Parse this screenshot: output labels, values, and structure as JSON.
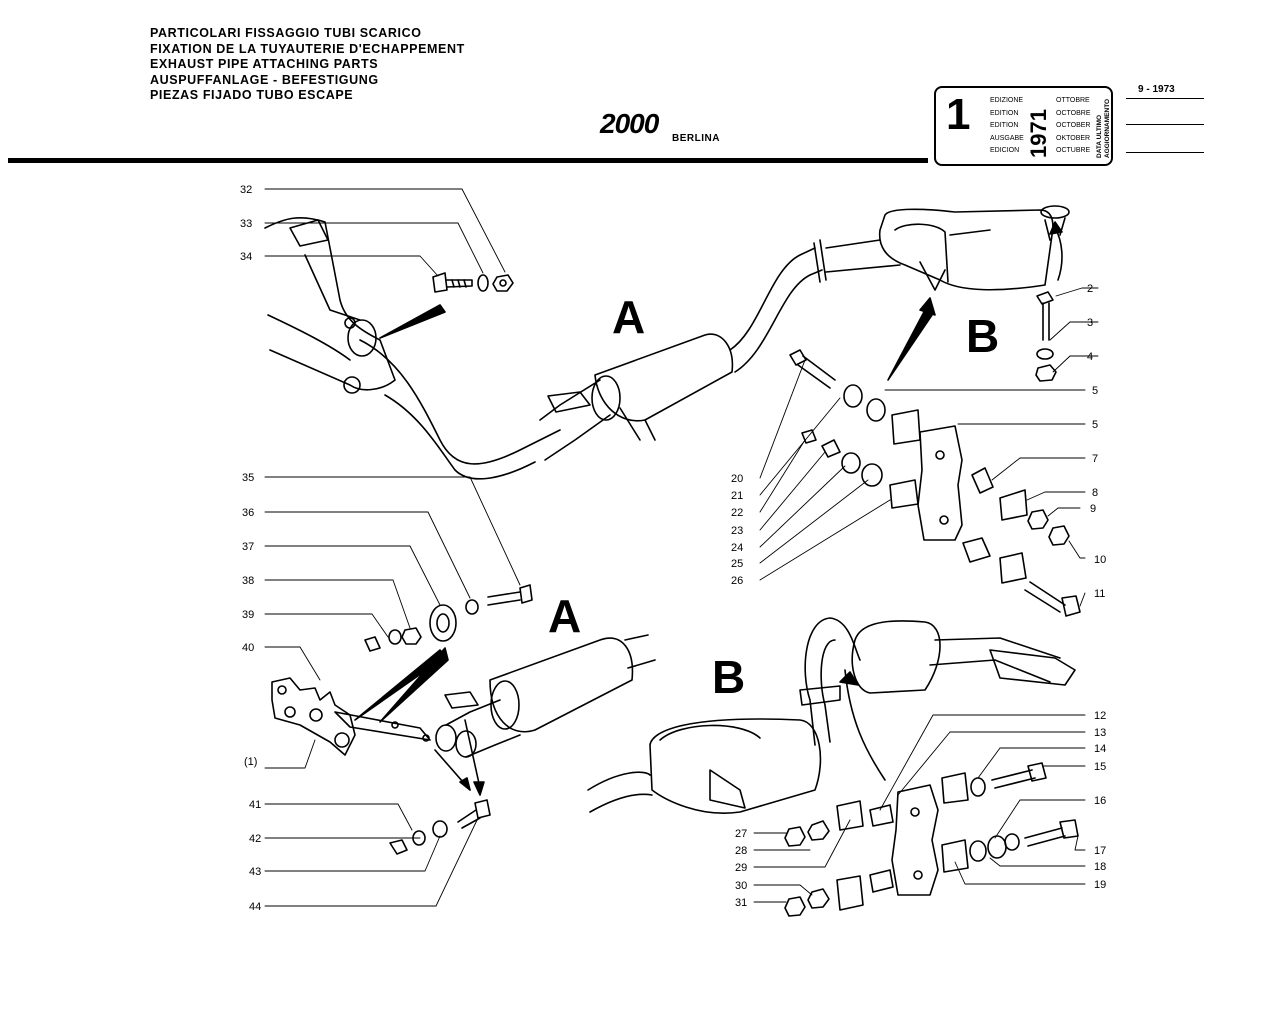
{
  "header": {
    "titles": [
      "PARTICOLARI FISSAGGIO TUBI SCARICO",
      "FIXATION DE LA TUYAUTERIE D'ECHAPPEMENT",
      "EXHAUST PIPE ATTACHING PARTS",
      "AUSPUFFANLAGE - BEFESTIGUNG",
      "PIEZAS FIJADO TUBO ESCAPE"
    ],
    "model_logo": "2000",
    "model_sub": "BERLINA"
  },
  "edition_box": {
    "number": "1",
    "edition_words": [
      "EDIZIONE",
      "EDITION",
      "EDITION",
      "AUSGABE",
      "EDICION"
    ],
    "month_words": [
      "OTTOBRE",
      "OCTOBRE",
      "OCTOBER",
      "OKTOBER",
      "OCTUBRE"
    ],
    "year": "1971",
    "side_label_1": "DATA ULTIMO",
    "side_label_2": "AGGIORNAMENTO",
    "update_date": "9 - 1973"
  },
  "section_letters": {
    "a_top": "A",
    "b_top": "B",
    "a_bottom": "A",
    "b_bottom": "B",
    "note": "(1)"
  },
  "callouts": [
    "2",
    "3",
    "4",
    "5",
    "5",
    "7",
    "8",
    "9",
    "10",
    "11",
    "12",
    "13",
    "14",
    "15",
    "16",
    "17",
    "18",
    "19",
    "20",
    "21",
    "22",
    "23",
    "24",
    "25",
    "26",
    "27",
    "28",
    "29",
    "30",
    "31",
    "32",
    "33",
    "34",
    "35",
    "36",
    "37",
    "38",
    "39",
    "40",
    "41",
    "42",
    "43",
    "44"
  ]
}
